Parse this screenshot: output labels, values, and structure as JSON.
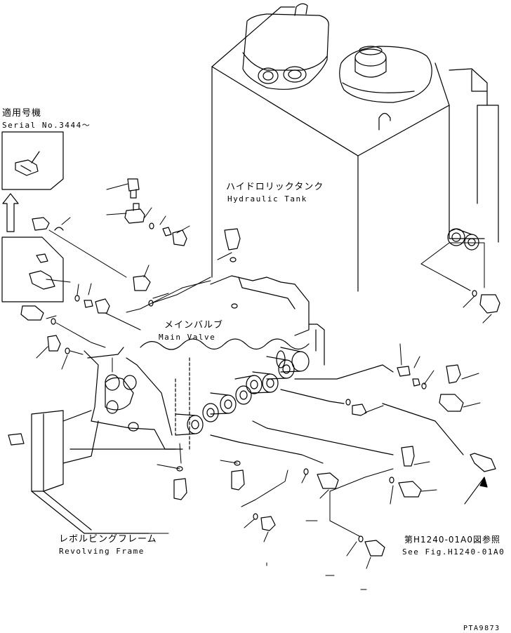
{
  "serial_box": {
    "title_jp": "適用号機",
    "serial_en": "Serial No.3444～"
  },
  "hydraulic_tank": {
    "label_jp": "ハイドロリックタンク",
    "label_en": "Hydraulic Tank"
  },
  "main_valve": {
    "label_jp": "メインバルブ",
    "label_en": "Main Valve"
  },
  "revolving_frame": {
    "label_jp": "レボルビングフレーム",
    "label_en": "Revolving Frame"
  },
  "reference": {
    "label_jp": "第H1240-01A0図参照",
    "label_en": "See Fig.H1240-01A0"
  },
  "drawing_code": "PTA9873",
  "colors": {
    "ink": "#000000",
    "paper": "#ffffff"
  }
}
